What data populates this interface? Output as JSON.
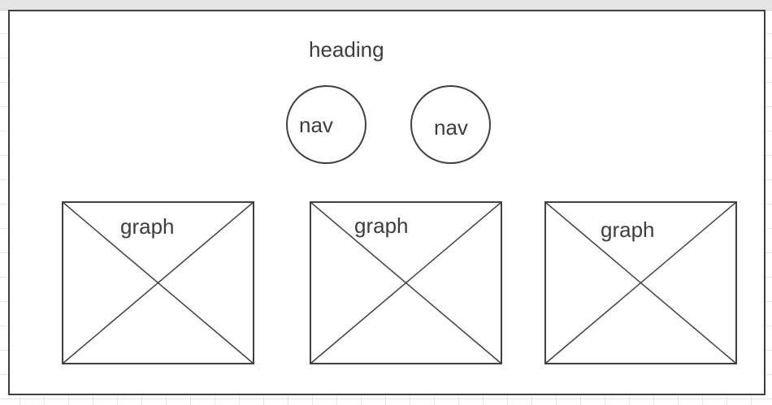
{
  "diagram": {
    "heading": "heading",
    "navs": [
      {
        "label": "nav"
      },
      {
        "label": "nav"
      }
    ],
    "graphs": [
      {
        "label": "graph"
      },
      {
        "label": "graph"
      },
      {
        "label": "graph"
      }
    ]
  },
  "colors": {
    "stroke": "#404040",
    "text": "#3d3d3d",
    "canvas_grid": "#e6e6e6"
  }
}
